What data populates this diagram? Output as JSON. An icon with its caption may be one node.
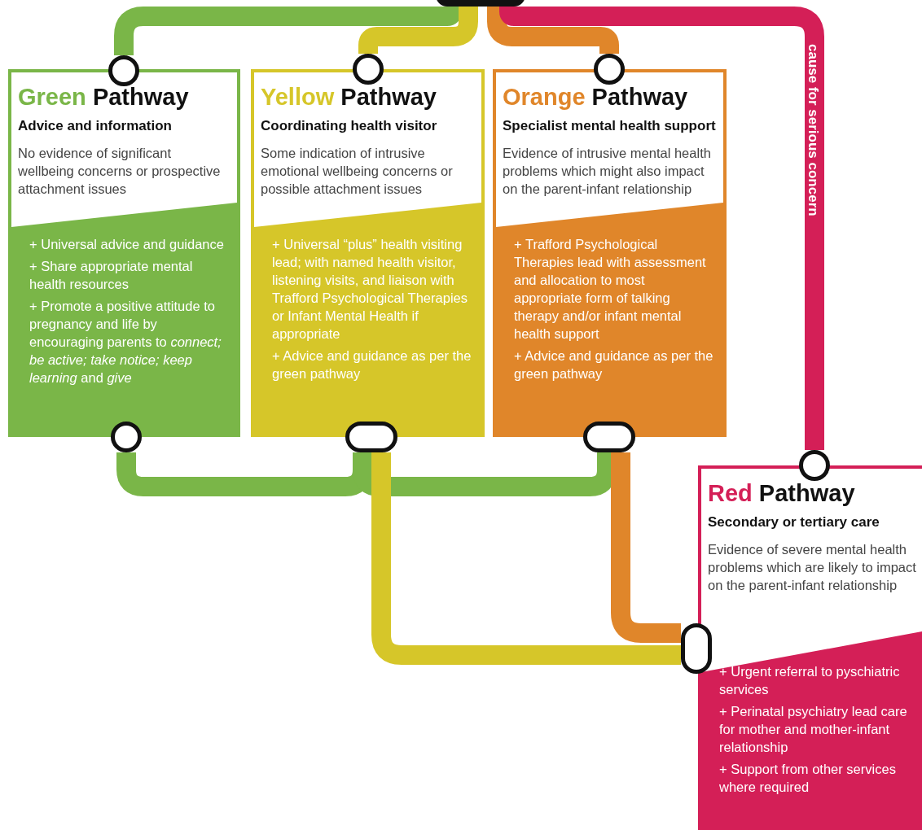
{
  "diagram": {
    "nodes": [
      {
        "text": [],
        "shape": "bar"
      },
      {
        "text": [
          "Green Pathway",
          "Advice and information",
          "No evidence of significant wellbeing concerns or prospective attachment issues",
          "+ Universal advice and guidance",
          "+ Share appropriate mental health resources",
          "+ Promote a positive attitude to pregnancy and life by encouraging parents to *connect; be active; take notice; keep learning* and *give*"
        ]
      },
      {
        "text": [
          "Yellow Pathway",
          "Coordinating health visitor",
          "Some indication of intrusive emotional wellbeing concerns or possible attachment issues",
          "+ Universal “plus” health visiting lead; with named health visitor, listening visits, and liaison with Trafford Psychological Therapies or Infant Mental Health if appropriate",
          "+ Advice and guidance as per the green pathway"
        ]
      },
      {
        "text": [
          "Orange Pathway",
          "Specialist mental health support",
          "Evidence of intrusive mental health problems which might also impact on the parent-infant relationship",
          "+ Trafford Psychological Therapies lead with assessment and allocation to most appropriate form of talking therapy and/or infant mental health support",
          "+ Advice and guidance as per the green pathway"
        ]
      },
      {
        "text": [
          "Red Pathway",
          "Secondary or tertiary care",
          "Evidence of severe mental health problems which are likely to impact on the parent-infant relationship",
          "+ Urgent referral to pyschiatric services",
          "+ Perinatal psychiatry lead care for mother and mother-infant relationship",
          "+ Support from other services where required"
        ]
      },
      {
        "text": [],
        "shape": "circle"
      },
      {
        "text": [],
        "shape": "circle"
      },
      {
        "text": [],
        "shape": "circle"
      },
      {
        "text": [],
        "shape": "circle"
      },
      {
        "text": [],
        "shape": "circle"
      },
      {
        "text": [],
        "shape": "bar"
      },
      {
        "text": [],
        "shape": "bar"
      },
      {
        "text": [],
        "shape": "bar"
      }
    ],
    "edges": [
      {
        "from": 0,
        "to": 5,
        "arrow": "none",
        "color": "#7ab648"
      },
      {
        "from": 0,
        "to": 6,
        "arrow": "none",
        "color": "#d6c629"
      },
      {
        "from": 0,
        "to": 7,
        "arrow": "none",
        "color": "#e0862a"
      },
      {
        "from": 0,
        "to": 8,
        "arrow": "none",
        "color": "#d41f57",
        "label": "cause for serious concern"
      },
      {
        "from": 9,
        "to": 10,
        "arrow": "none",
        "color": "#7ab648"
      },
      {
        "from": 10,
        "to": 11,
        "arrow": "none",
        "color": "#7ab648"
      },
      {
        "from": 10,
        "to": 12,
        "arrow": "none",
        "color": "#d6c629"
      },
      {
        "from": 11,
        "to": 12,
        "arrow": "none",
        "color": "#e0862a"
      }
    ]
  }
}
